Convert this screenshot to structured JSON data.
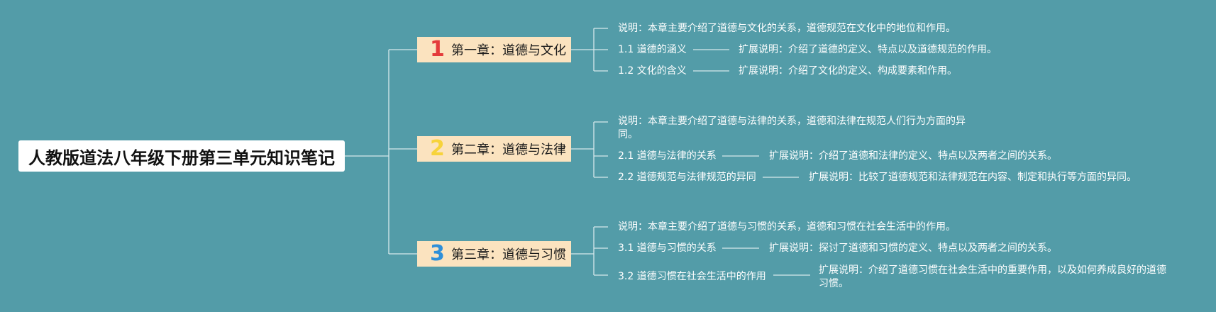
{
  "root": {
    "title": "人教版道法八年级下册第三单元知识笔记"
  },
  "chapters": [
    {
      "number": "1",
      "title": "第一章：道德与文化",
      "description": "说明：本章主要介绍了道德与文化的关系，道德规范在文化中的地位和作用。",
      "sections": [
        {
          "title": "1.1 道德的涵义",
          "detail": "扩展说明：介绍了道德的定义、特点以及道德规范的作用。"
        },
        {
          "title": "1.2 文化的含义",
          "detail": "扩展说明：介绍了文化的定义、构成要素和作用。"
        }
      ]
    },
    {
      "number": "2",
      "title": "第二章：道德与法律",
      "description": "说明：本章主要介绍了道德与法律的关系，道德和法律在规范人们行为方面的异同。",
      "sections": [
        {
          "title": "2.1 道德与法律的关系",
          "detail": "扩展说明：介绍了道德和法律的定义、特点以及两者之间的关系。"
        },
        {
          "title": "2.2 道德规范与法律规范的异同",
          "detail": "扩展说明：比较了道德规范和法律规范在内容、制定和执行等方面的异同。"
        }
      ]
    },
    {
      "number": "3",
      "title": "第三章：道德与习惯",
      "description": "说明：本章主要介绍了道德与习惯的关系，道德和习惯在社会生活中的作用。",
      "sections": [
        {
          "title": "3.1 道德与习惯的关系",
          "detail": "扩展说明：探讨了道德和习惯的定义、特点以及两者之间的关系。"
        },
        {
          "title": "3.2 道德习惯在社会生活中的作用",
          "detail": "扩展说明：介绍了道德习惯在社会生活中的重要作用，以及如何养成良好的道德习惯。"
        }
      ]
    }
  ],
  "colors": {
    "background": "#539CA8",
    "connector": "#D6E8EC",
    "chapter_fill": "#FBE3BF",
    "number_1": "#E43B3B",
    "number_2": "#F7D33B",
    "number_3": "#2E8FD9"
  }
}
